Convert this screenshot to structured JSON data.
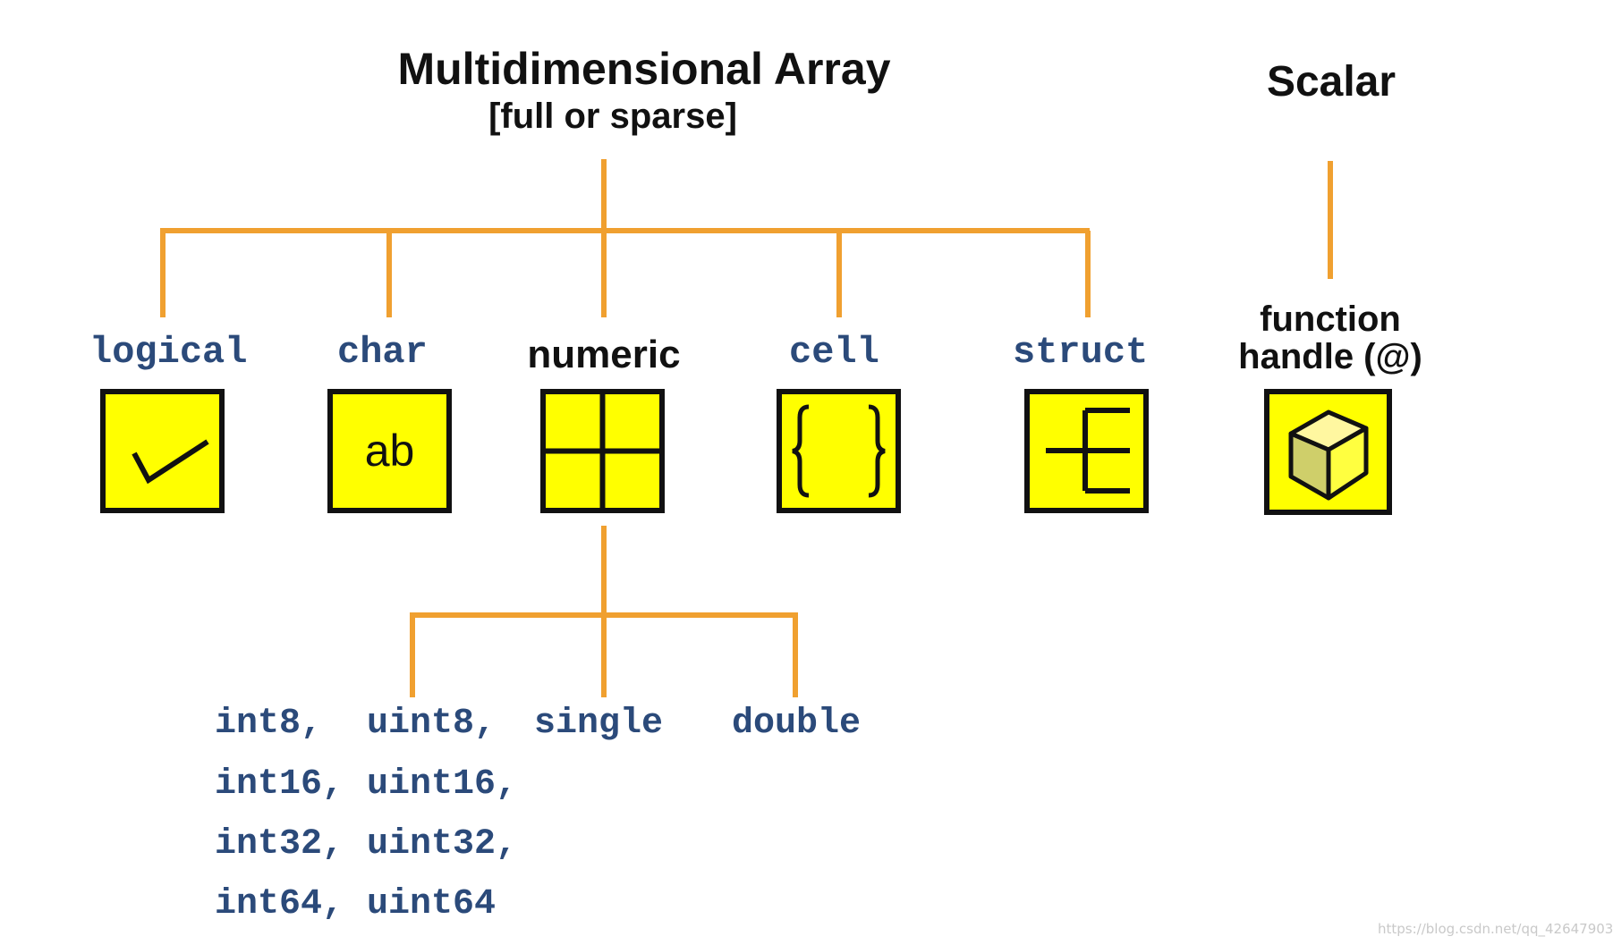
{
  "array_header": {
    "title": "Multidimensional Array",
    "subtitle": "[full or sparse]"
  },
  "scalar_header": {
    "title": "Scalar"
  },
  "array_types": [
    {
      "label": "logical",
      "icon": "checkmark-icon"
    },
    {
      "label": "char",
      "icon": "ab-text-icon",
      "icon_text": "ab"
    },
    {
      "label": "numeric",
      "icon": "grid-icon"
    },
    {
      "label": "cell",
      "icon": "braces-icon"
    },
    {
      "label": "struct",
      "icon": "struct-fields-icon"
    }
  ],
  "scalar_type": {
    "label_line1": "function",
    "label_line2": "handle (@)",
    "icon": "cube-icon"
  },
  "numeric_subtypes": {
    "rows": [
      [
        "int8,",
        "uint8,",
        "single",
        "double"
      ],
      [
        "int16,",
        "uint16,"
      ],
      [
        "int32,",
        "uint32,"
      ],
      [
        "int64,",
        "uint64"
      ]
    ]
  },
  "watermark": "https://blog.csdn.net/qq_42647903",
  "colors": {
    "connector": "#f0a030",
    "box_fill": "#ffff00",
    "box_border": "#111111",
    "type_label": "#2b4a7a"
  }
}
